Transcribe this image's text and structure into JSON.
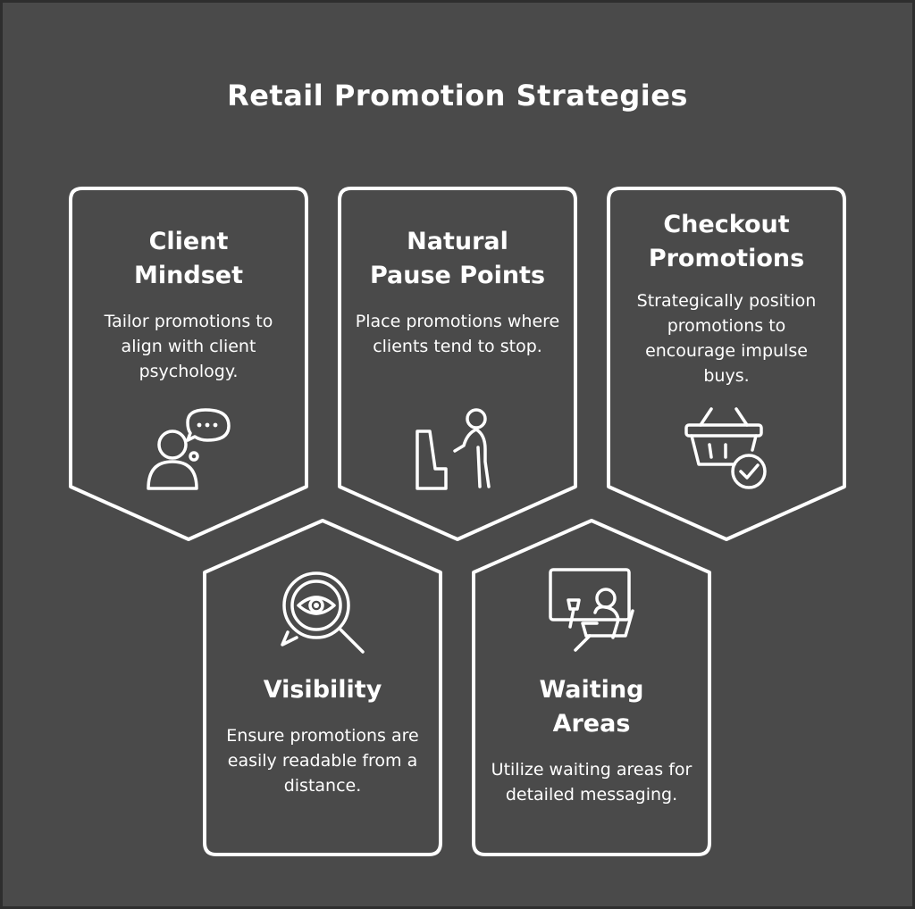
{
  "title": "Retail Promotion Strategies",
  "colors": {
    "background": "#4a4a4a",
    "stroke": "#ffffff"
  },
  "cards": [
    {
      "title_line1": "Client",
      "title_line2": "Mindset",
      "description": "Tailor promotions to align with client psychology.",
      "icon": "thinking-person-icon"
    },
    {
      "title_line1": "Natural",
      "title_line2": "Pause Points",
      "description": "Place promotions where clients tend to stop.",
      "icon": "person-at-kiosk-icon"
    },
    {
      "title_line1": "Checkout",
      "title_line2": "Promotions",
      "description": "Strategically position promotions to encourage impulse buys.",
      "icon": "basket-check-icon"
    },
    {
      "title_line1": "Visibility",
      "title_line2": "",
      "description": "Ensure promotions are easily readable from a distance.",
      "icon": "eye-magnifier-icon"
    },
    {
      "title_line1": "Waiting",
      "title_line2": "Areas",
      "description": "Utilize waiting areas for detailed messaging.",
      "icon": "waiting-room-icon"
    }
  ]
}
